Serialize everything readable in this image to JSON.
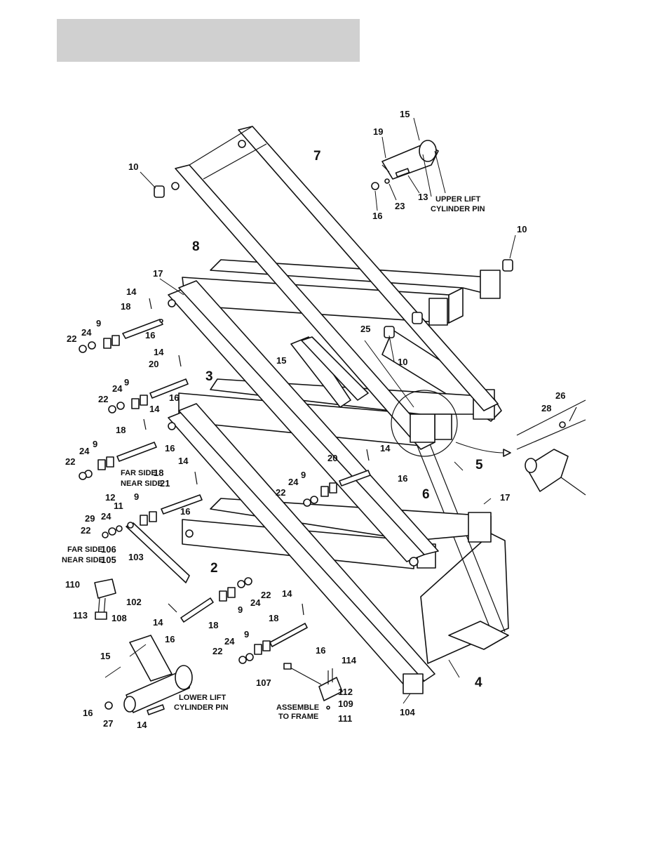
{
  "header": {
    "band_color": "#d0d0d0"
  },
  "diagram": {
    "callouts": {
      "c7": "7",
      "c8": "8",
      "c3": "3",
      "c2": "2",
      "c5": "5",
      "c6": "6",
      "c4": "4",
      "c15a": "15",
      "c19": "19",
      "c13": "13",
      "c23": "23",
      "c16a": "16",
      "c10a": "10",
      "c10b": "10",
      "c10c": "10",
      "c17a": "17",
      "c17b": "17",
      "c14a": "14",
      "c18a": "18",
      "c16b": "16",
      "c22a": "22",
      "c24a": "24",
      "c9a": "9",
      "c14b": "14",
      "c20a": "20",
      "c16c": "16",
      "c22b": "22",
      "c24b": "24",
      "c9b": "9",
      "c15b": "15",
      "c25": "25",
      "c14c": "14",
      "c18b": "18",
      "c16d": "16",
      "c22c": "22",
      "c24c": "24",
      "c9c": "9",
      "c14d": "14",
      "c16e": "16",
      "c9d": "9",
      "c12": "12",
      "c11": "11",
      "c29": "29",
      "c24d": "24",
      "c22d": "22",
      "c103": "103",
      "c110": "110",
      "c102": "102",
      "c113": "113",
      "c108": "108",
      "c20b": "20",
      "c14e": "14",
      "c16f": "16",
      "c9e": "9",
      "c24e": "24",
      "c22e": "22",
      "c26": "26",
      "c28": "28",
      "c22f": "22",
      "c24f": "24",
      "c9f": "9",
      "c14f": "14",
      "c18c": "18",
      "c16g": "16",
      "c14g": "14",
      "c18d": "18",
      "c9g": "9",
      "c24g": "24",
      "c22g": "22",
      "c16h": "16",
      "c15c": "15",
      "c16i": "16",
      "c27": "27",
      "c14h": "14",
      "c114": "114",
      "c107": "107",
      "c112": "112",
      "c109": "109",
      "c111": "111",
      "c104": "104"
    },
    "notes": {
      "upper_lift_l1": "UPPER LIFT",
      "upper_lift_l2": "CYLINDER PIN",
      "lower_lift_l1": "LOWER LIFT",
      "lower_lift_l2": "CYLINDER PIN",
      "assemble_l1": "ASSEMBLE",
      "assemble_l2": "TO FRAME",
      "far_side_a": "FAR SIDE",
      "far_side_a_num": "18",
      "near_side_a": "NEAR SIDE",
      "near_side_a_num": "21",
      "far_side_b": "FAR SIDE",
      "far_side_b_num": "106",
      "near_side_b": "NEAR SIDE",
      "near_side_b_num": "105"
    }
  }
}
